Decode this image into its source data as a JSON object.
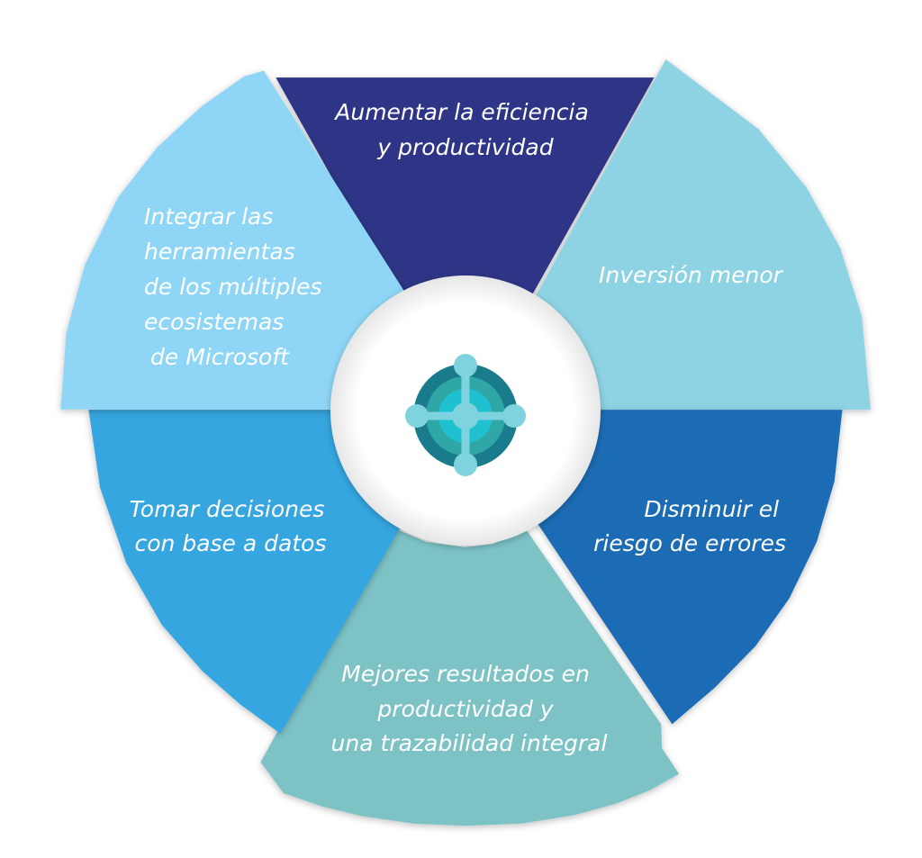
{
  "segments": [
    {
      "id": "top",
      "color": "#2e3586",
      "lines": [
        "Aumentar la eficiencia",
        "y productividad"
      ]
    },
    {
      "id": "upper-right",
      "color": "#8ed3e3",
      "lines": [
        "Inversión menor"
      ]
    },
    {
      "id": "lower-right",
      "color": "#1f6cb5",
      "lines": [
        "Disminuir el",
        "riesgo de errores"
      ]
    },
    {
      "id": "bottom",
      "color": "#7dc3c6",
      "lines": [
        "Mejores resultados en",
        "productividad y",
        "una trazabilidad integral"
      ]
    },
    {
      "id": "lower-left",
      "color": "#36a6df",
      "lines": [
        "Tomar decisiones",
        "con base a datos"
      ]
    },
    {
      "id": "upper-left",
      "color": "#8fd6f6",
      "lines": [
        "Integrar las",
        "herramientas",
        "de los múltiples",
        "ecosistemas",
        "de Microsoft"
      ]
    }
  ],
  "center": {
    "icon": "dynamics-365-business-central-icon",
    "colors": {
      "outer": "#1a7b8c",
      "ring": "#2ea7a6",
      "inner": "#1fc0d0",
      "nodes": "#7fd3df"
    }
  }
}
